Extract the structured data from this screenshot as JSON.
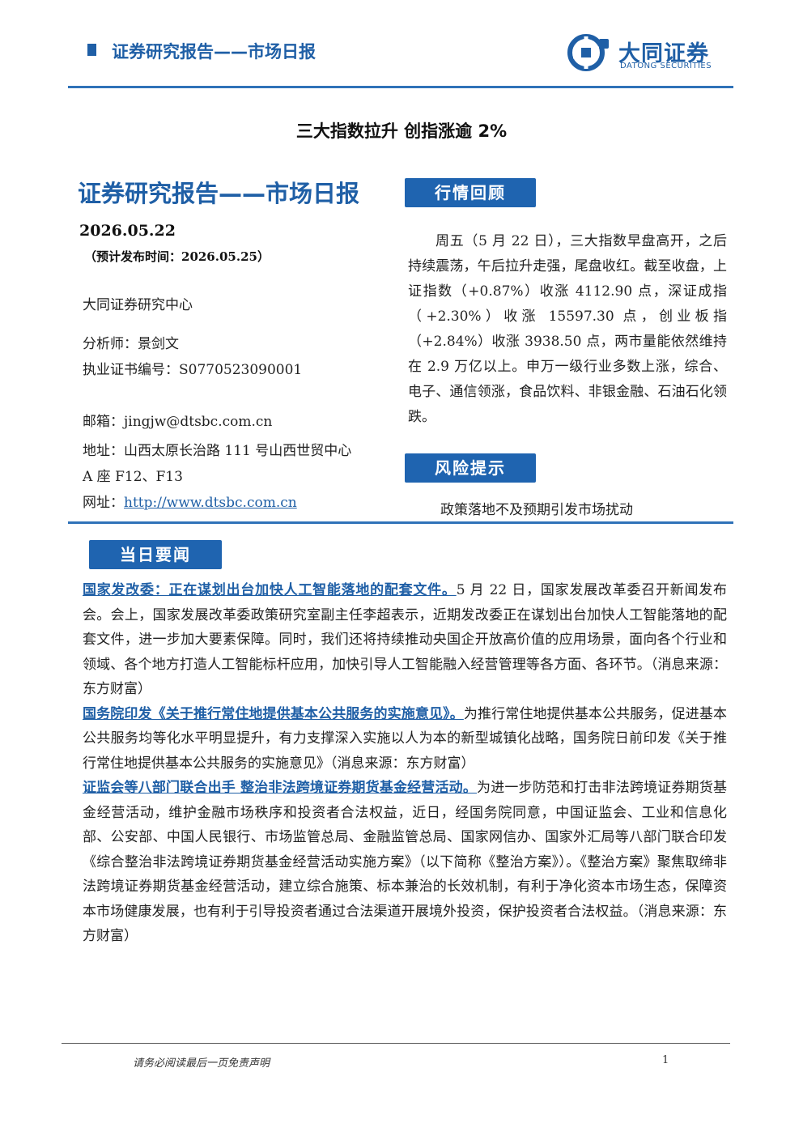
{
  "header": {
    "title": "证券研究报告——市场日报",
    "logo_cn": "大同证券",
    "logo_en": "DATONG SECURITIES"
  },
  "report_title": "三大指数拉升 创指涨逾 2%",
  "left": {
    "heading": "证券研究报告——市场日报",
    "date": "2026.05.22",
    "publish_time": "（预计发布时间：2026.05.25）",
    "org": "大同证券研究中心",
    "analyst": "分析师：景剑文",
    "cert": "执业证书编号：S0770523090001",
    "email": "邮箱：jingjw@dtsbc.com.cn",
    "address_line1": "地址：山西太原长治路 111 号山西世贸中心",
    "address_line2": "A 座 F12、F13",
    "website_label": "网址：",
    "website_url": "http://www.dtsbc.com.cn"
  },
  "review": {
    "badge": "行情回顾",
    "text": "周五（5 月 22 日），三大指数早盘高开，之后持续震荡，午后拉升走强，尾盘收红。截至收盘，上证指数（+0.87%）收涨 4112.90 点，深证成指（+2.30%）收涨 15597.30 点，创业板指（+2.84%）收涨 3938.50 点，两市量能依然维持在 2.9 万亿以上。申万一级行业多数上涨，综合、电子、通信领涨，食品饮料、非银金融、石油石化领跌。"
  },
  "risk": {
    "badge": "风险提示",
    "text": "政策落地不及预期引发市场扰动"
  },
  "news": {
    "badge": "当日要闻",
    "items": [
      {
        "headline": "国家发改委：正在谋划出台加快人工智能落地的配套文件。",
        "body": "5 月 22 日，国家发展改革委召开新闻发布会。会上，国家发展改革委政策研究室副主任李超表示，近期发改委正在谋划出台加快人工智能落地的配套文件，进一步加大要素保障。同时，我们还将持续推动央国企开放高价值的应用场景，面向各个行业和领域、各个地方打造人工智能标杆应用，加快引导人工智能融入经营管理等各方面、各环节。（消息来源：东方财富）"
      },
      {
        "headline": "国务院印发《关于推行常住地提供基本公共服务的实施意见》。",
        "body": "为推行常住地提供基本公共服务，促进基本公共服务均等化水平明显提升，有力支撑深入实施以人为本的新型城镇化战略，国务院日前印发《关于推行常住地提供基本公共服务的实施意见》（消息来源：东方财富）"
      },
      {
        "headline": "证监会等八部门联合出手 整治非法跨境证券期货基金经营活动。",
        "body": "为进一步防范和打击非法跨境证券期货基金经营活动，维护金融市场秩序和投资者合法权益，近日，经国务院同意，中国证监会、工业和信息化部、公安部、中国人民银行、市场监管总局、金融监管总局、国家网信办、国家外汇局等八部门联合印发《综合整治非法跨境证券期货基金经营活动实施方案》（以下简称《整治方案》）。《整治方案》聚焦取缔非法跨境证券期货基金经营活动，建立综合施策、标本兼治的长效机制，有利于净化资本市场生态，保障资本市场健康发展，也有利于引导投资者通过合法渠道开展境外投资，保护投资者合法权益。（消息来源：东方财富）"
      }
    ]
  },
  "footer": {
    "note": "请务必阅读最后一页免责声明",
    "page": "1"
  },
  "colors": {
    "brand": "#1f5fa6",
    "badge": "#1f64b0",
    "rule": "#2f72b8"
  }
}
